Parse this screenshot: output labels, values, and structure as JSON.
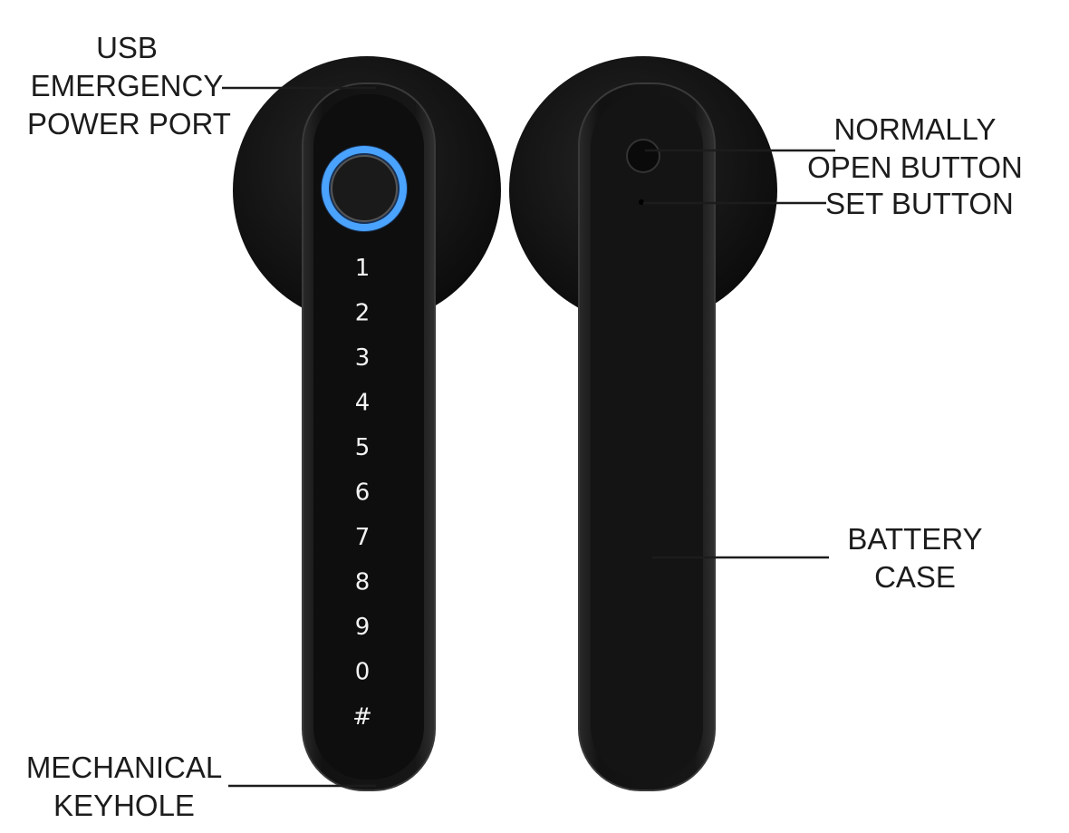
{
  "labels": {
    "usb": [
      "USB",
      "EMERGENCY",
      "POWER PORT"
    ],
    "normally_open": [
      "NORMALLY",
      "OPEN BUTTON"
    ],
    "set_button": "SET BUTTON",
    "battery": [
      "BATTERY",
      "CASE"
    ],
    "keyhole": [
      "MECHANICAL",
      "KEYHOLE"
    ]
  },
  "keypad": [
    "1",
    "2",
    "3",
    "4",
    "5",
    "6",
    "7",
    "8",
    "9",
    "0",
    "#"
  ],
  "colors": {
    "lock_body": "#141414",
    "fingerprint_ring": "#3a8fe8",
    "line": "#1c1c1c"
  }
}
